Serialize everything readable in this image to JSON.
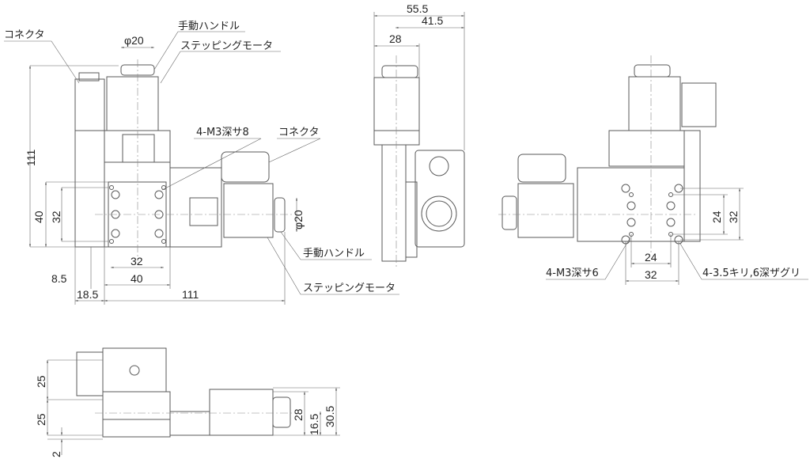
{
  "front_view": {
    "labels": {
      "connector_top": "コネクタ",
      "manual_handle_top": "手動ハンドル",
      "stepping_motor_top": "ステッピングモータ",
      "tapped_holes": "4-M3深サ8",
      "connector_right": "コネクタ",
      "manual_handle_right": "手動ハンドル",
      "stepping_motor_right": "ステッピングモータ"
    },
    "dimensions": {
      "handle_dia_top": "φ20",
      "height_total": "111",
      "height_40": "40",
      "height_32": "32",
      "width_32": "32",
      "width_40": "40",
      "offset_8_5": "8.5",
      "offset_18_5": "18.5",
      "length_111": "111",
      "handle_dia_right": "φ20"
    }
  },
  "side_view": {
    "dimensions": {
      "d55_5": "55.5",
      "d41_5": "41.5",
      "d28": "28"
    }
  },
  "rear_view": {
    "labels": {
      "tapped_holes": "4-M3深サ6",
      "counterbore_holes": "4-3.5キリ,6深ザグリ"
    },
    "dimensions": {
      "v24": "24",
      "v32": "32",
      "h24": "24",
      "h32": "32"
    }
  },
  "bottom_view": {
    "dimensions": {
      "v25_top": "25",
      "v25_bottom": "25",
      "v2": "2",
      "v28": "28",
      "v16_5": "16.5",
      "v30_5": "30.5"
    }
  }
}
